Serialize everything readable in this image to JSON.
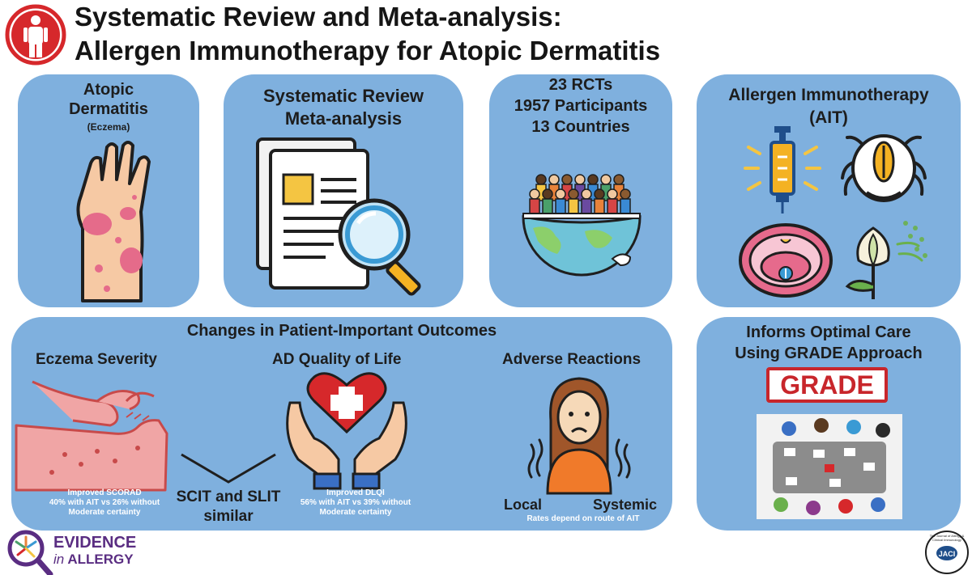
{
  "header": {
    "title_line1": "Systematic Review and Meta-analysis:",
    "title_line2": "Allergen Immunotherapy for Atopic Dermatitis",
    "person_icon": "person-icon"
  },
  "panel_ad": {
    "line1": "Atopic",
    "line2": "Dermatitis",
    "sub": "(Eczema)",
    "icon": "rash-arm-icon"
  },
  "panel_sr": {
    "line1": "Systematic Review",
    "line2": "Meta-analysis",
    "icon": "documents-magnifier-icon"
  },
  "panel_rcts": {
    "line1": "23 RCTs",
    "line2": "1957 Participants",
    "line3": "13 Countries",
    "icon": "crowd-globe-icon"
  },
  "panel_ait": {
    "line1": "Allergen Immunotherapy",
    "line2": "(AIT)",
    "icons": [
      "syringe-icon",
      "dust-mite-icon",
      "mouth-tablet-icon",
      "plant-pollen-icon"
    ]
  },
  "outcomes": {
    "title": "Changes in Patient-Important Outcomes",
    "eczema": {
      "heading": "Eczema Severity",
      "note1": "Improved SCORAD",
      "note2": "40% with AIT vs 26% without",
      "note3": "Moderate certainty",
      "icon": "scratching-hand-icon"
    },
    "qol": {
      "heading": "AD Quality of Life",
      "note1": "Improved DLQI",
      "note2": "56% with AIT vs 39% without",
      "note3": "Moderate certainty",
      "icon": "hands-heart-icon"
    },
    "comparison": {
      "line1": "SCIT and SLIT",
      "line2": "similar"
    },
    "adverse": {
      "heading": "Adverse Reactions",
      "local": "Local",
      "systemic": "Systemic",
      "note": "Rates depend on route of AIT",
      "icon": "worried-person-icon"
    }
  },
  "grade_panel": {
    "line1": "Informs Optimal Care",
    "line2": "Using GRADE Approach",
    "badge": "GRADE",
    "icon": "meeting-table-icon"
  },
  "footer": {
    "logo_line1": "EVIDENCE",
    "logo_line2_a": "in",
    "logo_line2_b": "ALLERGY",
    "jaci_badge": "JACI",
    "jaci_ring": "The Journal of Allergy & Clinical Immunology"
  },
  "colors": {
    "panel": "#7fb0de",
    "header_red": "#d6282b",
    "grade_red": "#c8262b",
    "logo_purple": "#5a2d82"
  }
}
